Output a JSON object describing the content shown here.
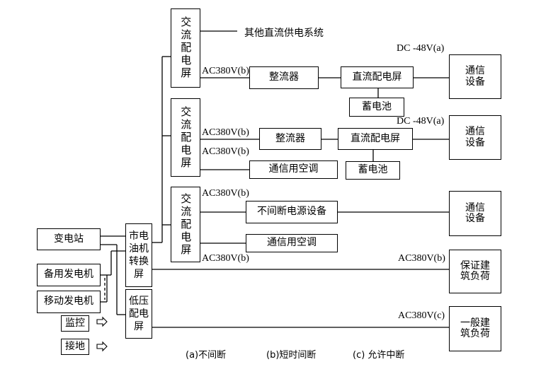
{
  "boxes": {
    "acpanel1": "交流配电屏",
    "acpanel2": "交流配电屏",
    "acpanel3": "交流配电屏",
    "rect1": "整流器",
    "rect2": "整流器",
    "dcpanel1": "直流配电屏",
    "dcpanel2": "直流配电屏",
    "battery1": "蓄电池",
    "battery2": "蓄电池",
    "comm1": "通信\n设备",
    "comm2": "通信\n设备",
    "comm3": "通信\n设备",
    "aircon1": "通信用空调",
    "aircon2": "通信用空调",
    "ups": "不间断电源设备",
    "substation": "变电站",
    "standby_gen": "备用发电机",
    "mobile_gen": "移动发电机",
    "monitor": "监控",
    "grounding": "接地",
    "transfer": "市电油机转换屏",
    "lowvolt": "低压配电屏",
    "guaranteed_load": "保证建\n筑负荷",
    "general_load": "一般建\n筑负荷"
  },
  "labels": {
    "other_dc": "其他直流供电系统",
    "dc1": "DC -48V(a)",
    "dc2": "DC -48V(a)",
    "ac_b1": "AC380V(b)",
    "ac_b2": "AC380V(b)",
    "ac_b3": "AC380V(b)",
    "ac_b4": "AC380V(b)",
    "ac_b5": "AC380V(b)",
    "ac_b6": "AC380V(b)",
    "ac_c": "AC380V(c)"
  },
  "legend": {
    "a": "(a)不间断",
    "b": "(b)短时间断",
    "c": "(c) 允许中断"
  }
}
